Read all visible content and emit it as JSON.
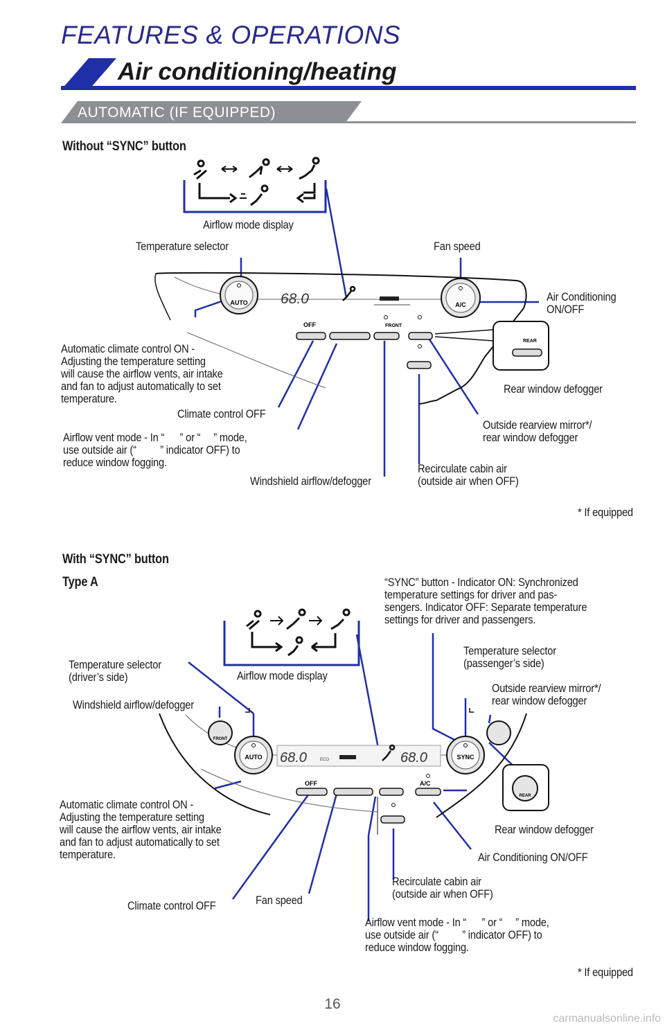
{
  "header": {
    "section": "FEATURES & OPERATIONS",
    "title": "Air conditioning/heating",
    "banner": "AUTOMATIC (IF EQUIPPED)"
  },
  "colors": {
    "blue": "#1f2fa8",
    "section_text": "#2a2a8a",
    "banner_gray": "#8c8f93"
  },
  "diagram1": {
    "heading": "Without “SYNC” button",
    "display_temp": "68.0",
    "panel_labels": {
      "auto": "AUTO",
      "ac": "A/C",
      "off": "OFF",
      "front": "FRONT",
      "rear": "REAR"
    },
    "labels": {
      "airflow_mode_display": "Airflow mode display",
      "temperature_selector": "Temperature selector",
      "fan_speed": "Fan speed",
      "ac_onoff": "Air Conditioning\nON/OFF",
      "auto_climate": "Automatic climate control ON -\nAdjusting the temperature setting\nwill cause the airflow vents, air intake\nand fan to adjust automatically to set\ntemperature.",
      "rear_defogger": "Rear window defogger",
      "climate_off": "Climate control OFF",
      "outside_mirror": "Outside rearview mirror*/\nrear window defogger",
      "airflow_vent_line1_a": "Airflow vent mode - In “",
      "airflow_vent_line1_b": "” or “",
      "airflow_vent_line1_c": "” mode,",
      "airflow_vent_line2_a": "use outside air (“",
      "airflow_vent_line2_b": "” indicator OFF) to",
      "airflow_vent_line3": "reduce window fogging.",
      "recirculate": "Recirculate cabin air\n(outside air when OFF)",
      "windshield": "Windshield airflow/defogger"
    },
    "footnote": "* If equipped"
  },
  "diagram2": {
    "heading": "With “SYNC” button",
    "type": "Type A",
    "display_temp_left": "68.0",
    "display_temp_right": "68.0",
    "panel_labels": {
      "auto": "AUTO",
      "sync": "SYNC",
      "ac": "A/C",
      "off": "OFF",
      "eco": "ECO",
      "front": "FRONT",
      "rear": "REAR"
    },
    "labels": {
      "sync_button": "“SYNC” button - Indicator ON: Synchronized\ntemperature settings for driver and pas-\nsengers. Indicator OFF: Separate temperature\nsettings for driver and passengers.",
      "temp_driver": "Temperature selector\n(driver’s side)",
      "airflow_mode_display": "Airflow mode display",
      "temp_passenger": "Temperature selector\n(passenger’s side)",
      "windshield": "Windshield airflow/defogger",
      "outside_mirror": "Outside rearview mirror*/\nrear window defogger",
      "auto_climate": "Automatic climate control ON -\nAdjusting the temperature setting\nwill cause the airflow vents, air intake\nand fan to adjust automatically to set\ntemperature.",
      "rear_defogger": "Rear window defogger",
      "ac_onoff": "Air Conditioning ON/OFF",
      "recirculate": "Recirculate cabin air\n(outside air when OFF)",
      "climate_off": "Climate control OFF",
      "fan_speed": "Fan speed",
      "airflow_vent_line1_a": "Airflow vent mode - In “",
      "airflow_vent_line1_b": "” or “",
      "airflow_vent_line1_c": "” mode,",
      "airflow_vent_line2_a": "use outside air (“",
      "airflow_vent_line2_b": "” indicator OFF) to",
      "airflow_vent_line3": "reduce window fogging."
    },
    "footnote": "* If equipped"
  },
  "page_number": "16",
  "watermark": "carmanualsonline.info"
}
